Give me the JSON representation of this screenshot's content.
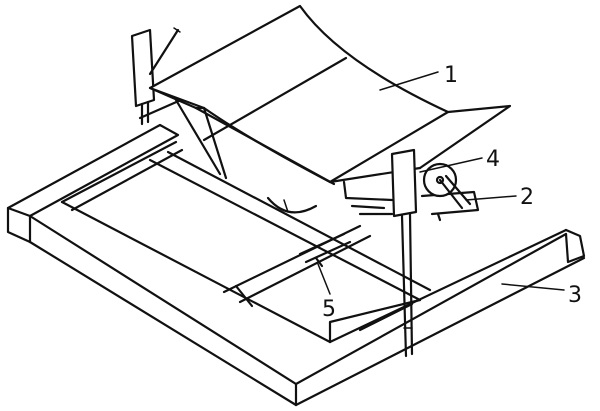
{
  "figure": {
    "callouts": [
      {
        "id": "part-1",
        "number": "1"
      },
      {
        "id": "part-2",
        "number": "2"
      },
      {
        "id": "part-3",
        "number": "3"
      },
      {
        "id": "part-4",
        "number": "4"
      },
      {
        "id": "part-5",
        "number": "5"
      }
    ],
    "colors": {
      "ink": "#111111",
      "paper": "#ffffff"
    }
  }
}
